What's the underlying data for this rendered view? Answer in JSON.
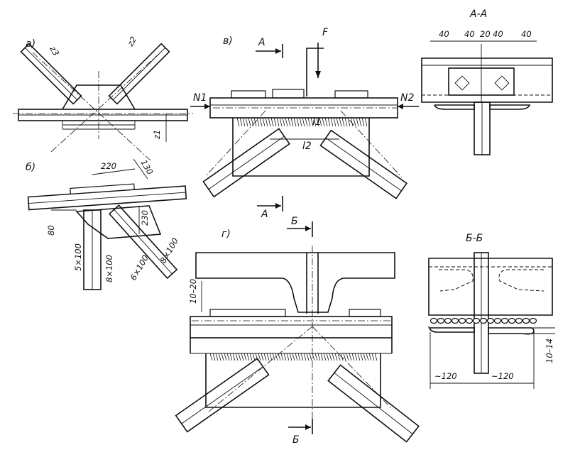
{
  "panels": {
    "a": {
      "label": "а)",
      "z1": "z1",
      "z2": "z2",
      "z3": "z3"
    },
    "b": {
      "label": "б)",
      "dims": [
        "220",
        "130",
        "230",
        "80"
      ],
      "sections": [
        "5×100",
        "8×100",
        "6×100",
        "8×100"
      ]
    },
    "v": {
      "label": "в)",
      "force": "F",
      "n1": "N1",
      "n2": "N2",
      "l1": "l1",
      "l2": "l2",
      "cut_a": "A"
    },
    "g": {
      "label": "г)",
      "gap": "10–20",
      "cut_b": "Б"
    },
    "aa": {
      "title": "А-А",
      "dims": [
        "40",
        "40",
        "20",
        "40",
        "40"
      ]
    },
    "bb": {
      "title": "Б-Б",
      "left": "~120",
      "right": "~120",
      "thick": "10–14"
    }
  },
  "colors": {
    "ink": "#111111",
    "paper": "#ffffff"
  }
}
